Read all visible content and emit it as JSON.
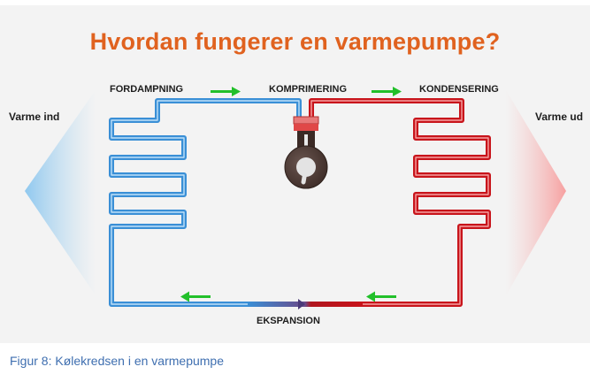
{
  "title": "Hvordan fungerer en varmepumpe?",
  "stages": {
    "evaporation": "FORDAMPNING",
    "compression": "KOMPRIMERING",
    "condensation": "KONDENSERING",
    "expansion": "EKSPANSION"
  },
  "sides": {
    "heat_in": "Varme ind",
    "heat_out": "Varme ud"
  },
  "caption": "Figur 8: Kølekredsen i en varmepumpe",
  "colors": {
    "title": "#e0621f",
    "cold_pipe": "#3a8fd6",
    "hot_pipe": "#c8141b",
    "arrow": "#22c02a",
    "caption": "#3f6fb0"
  }
}
